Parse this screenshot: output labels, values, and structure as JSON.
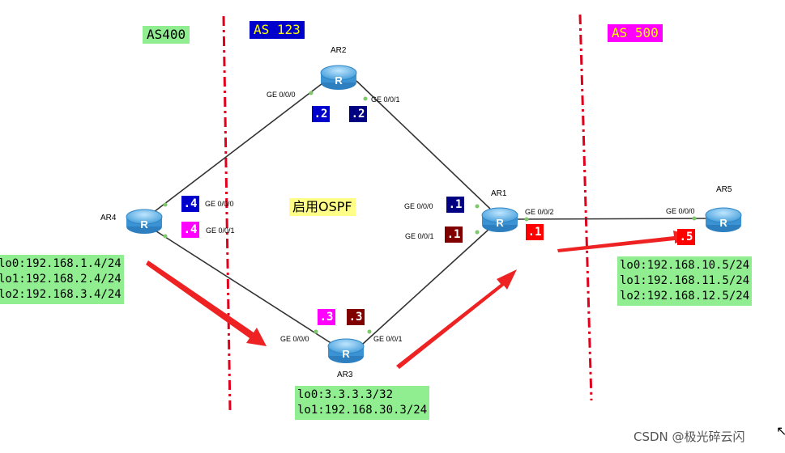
{
  "colors": {
    "as_green": "#90ee90",
    "as_blue": "#0000cc",
    "as_magenta": "#ff00ff",
    "boundary_red": "#e0001b",
    "arrow_red": "#ee2222",
    "link": "#333333",
    "port_dot": "#7cc86a",
    "ospf_bg": "#ffff88",
    "router_body": "#5ab4e8",
    "tag_blue": "#0000cc",
    "tag_navy": "#000080",
    "tag_magenta": "#ff00ff",
    "tag_maroon": "#800000",
    "tag_red": "#ff0000"
  },
  "as_labels": {
    "as400": "AS400",
    "as123": "AS 123",
    "as500": "AS 500"
  },
  "ospf_label": "启用OSPF",
  "routers": {
    "ar1": {
      "name": "AR1",
      "icon": "router-icon",
      "icon_letter": "R"
    },
    "ar2": {
      "name": "AR2",
      "icon": "router-icon",
      "icon_letter": "R"
    },
    "ar3": {
      "name": "AR3",
      "icon": "router-icon",
      "icon_letter": "R"
    },
    "ar4": {
      "name": "AR4",
      "icon": "router-icon",
      "icon_letter": "R"
    },
    "ar5": {
      "name": "AR5",
      "icon": "router-icon",
      "icon_letter": "R"
    }
  },
  "ports": {
    "ar2_ge000": "GE 0/0/0",
    "ar2_ge001": "GE 0/0/1",
    "ar4_ge000": "GE 0/0/0",
    "ar4_ge001": "GE 0/0/1",
    "ar1_ge000": "GE 0/0/0",
    "ar1_ge001": "GE 0/0/1",
    "ar1_ge002": "GE 0/0/2",
    "ar3_ge000": "GE 0/0/0",
    "ar3_ge001": "GE 0/0/1",
    "ar5_ge000": "GE 0/0/0"
  },
  "ip_tags": {
    "ar2_left": ".2",
    "ar2_right": ".2",
    "ar4_top": ".4",
    "ar4_bottom": ".4",
    "ar1_top": ".1",
    "ar1_bottom": ".1",
    "ar1_right": ".1",
    "ar3_left": ".3",
    "ar3_right": ".3",
    "ar5_left": ".5"
  },
  "loopbacks": {
    "ar4": [
      "lo0:192.168.1.4/24",
      "lo1:192.168.2.4/24",
      "lo2:192.168.3.4/24"
    ],
    "ar5": [
      "lo0:192.168.10.5/24",
      "lo1:192.168.11.5/24",
      "lo2:192.168.12.5/24"
    ],
    "ar3": [
      "lo0:3.3.3.3/32",
      "lo1:192.168.30.3/24"
    ]
  },
  "watermark": "CSDN @极光碎云闪"
}
